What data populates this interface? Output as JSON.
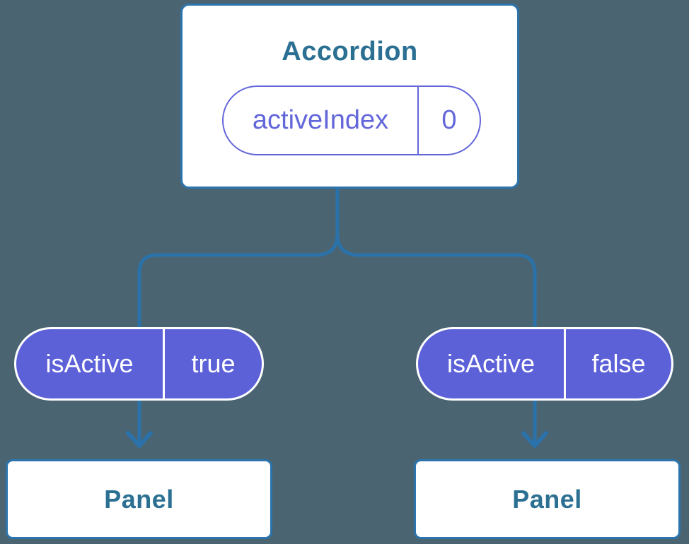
{
  "diagram": {
    "root": {
      "title": "Accordion",
      "state": {
        "name": "activeIndex",
        "value": "0"
      }
    },
    "props": [
      {
        "name": "isActive",
        "value": "true"
      },
      {
        "name": "isActive",
        "value": "false"
      }
    ],
    "children": [
      {
        "title": "Panel"
      },
      {
        "title": "Panel"
      }
    ]
  },
  "theme": {
    "background": "#4b6471",
    "connector": "#2a72a9",
    "node_border": "#2b74ad",
    "node_text": "#2b7093",
    "pill_fill": "#5c61d8",
    "pill_text": "#ffffff",
    "state_color": "#6367da",
    "node_fill": "#ffffff"
  }
}
